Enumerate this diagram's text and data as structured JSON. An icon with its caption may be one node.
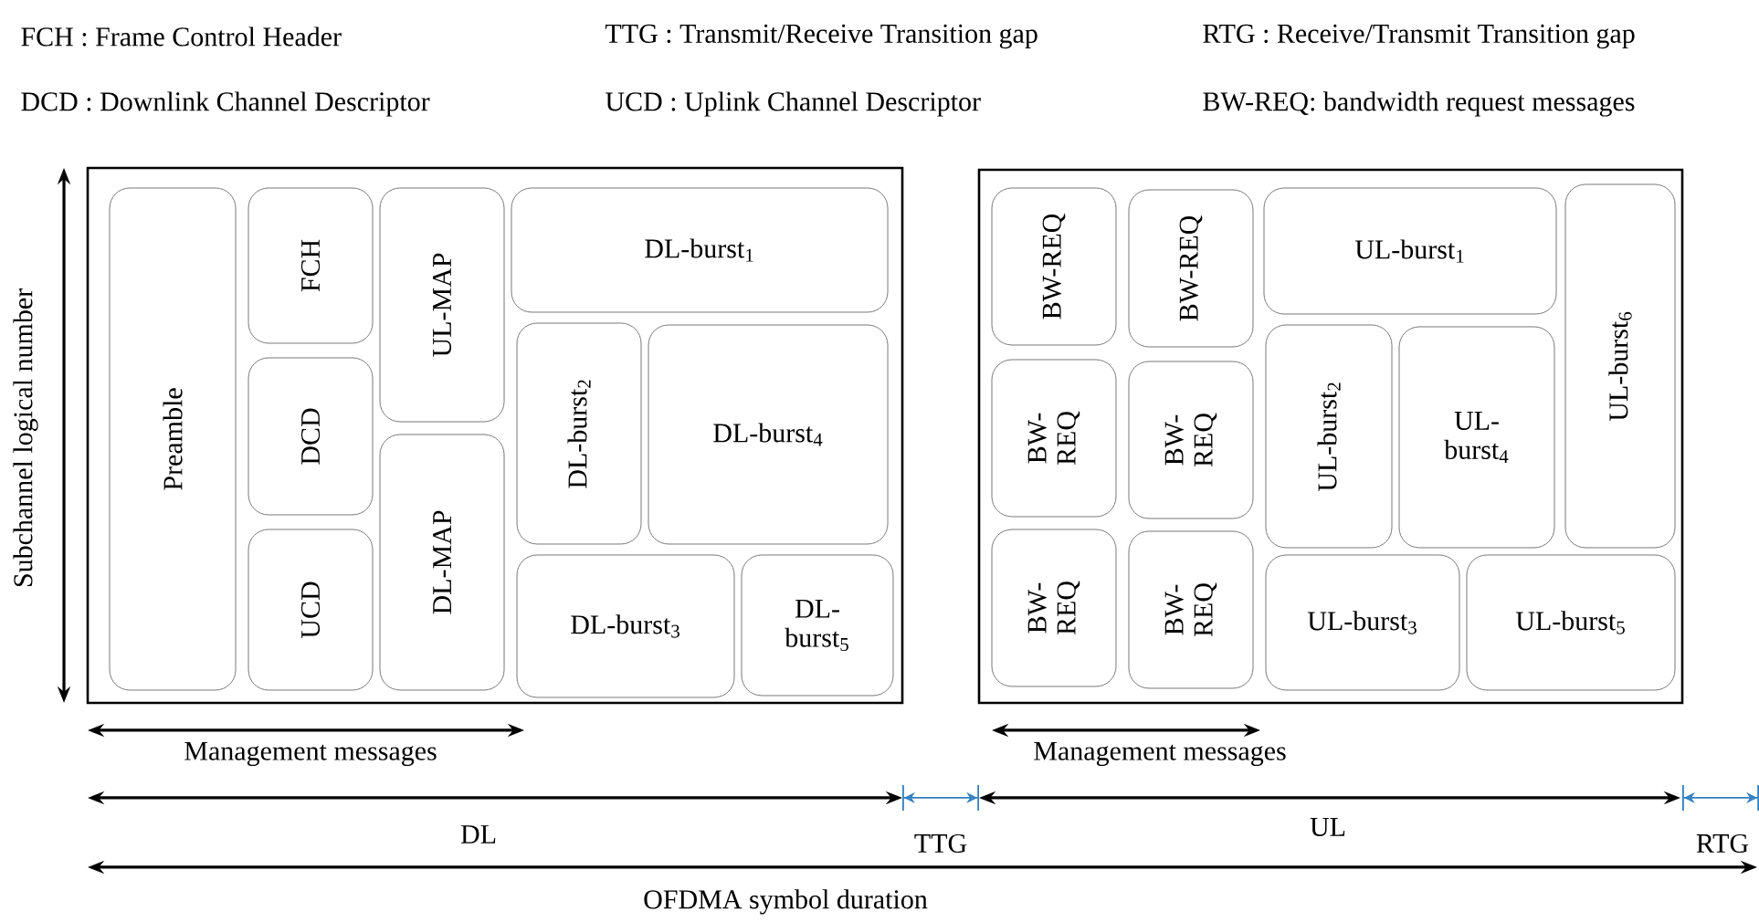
{
  "diagram": {
    "nodes": [
      {
        "text": [],
        "shape": "box"
      },
      {
        "text": [
          "Preamble"
        ],
        "in": 0
      },
      {
        "text": [
          "FCH"
        ],
        "in": 0
      },
      {
        "text": [
          "DCD"
        ],
        "in": 0
      },
      {
        "text": [
          "UCD"
        ],
        "in": 0
      },
      {
        "text": [
          "UL-MAP"
        ],
        "in": 0
      },
      {
        "text": [
          "DL-MAP"
        ],
        "in": 0
      },
      {
        "text": [
          "DL-burst$_{1}$"
        ],
        "in": 0
      },
      {
        "text": [
          "DL-burst$_{2}$"
        ],
        "in": 0
      },
      {
        "text": [
          "DL-burst$_{4}$"
        ],
        "in": 0
      },
      {
        "text": [
          "DL-burst$_{3}$"
        ],
        "in": 0
      },
      {
        "text": [
          "DL- burst$_{5}$"
        ],
        "in": 0
      },
      {
        "text": [],
        "shape": "box"
      },
      {
        "text": [
          "BW-REQ"
        ],
        "in": 12
      },
      {
        "text": [
          "BW-REQ"
        ],
        "in": 12
      },
      {
        "text": [
          "UL-burst$_{1}$"
        ],
        "in": 12
      },
      {
        "text": [
          "UL-burst$_{6}$"
        ],
        "in": 12
      },
      {
        "text": [
          "BW- REQ"
        ],
        "in": 12
      },
      {
        "text": [
          "BW- REQ"
        ],
        "in": 12
      },
      {
        "text": [
          "UL-burst$_{2}$"
        ],
        "in": 12
      },
      {
        "text": [
          "UL- burst$_{4}$"
        ],
        "in": 12
      },
      {
        "text": [
          "BW- REQ"
        ],
        "in": 12
      },
      {
        "text": [
          "BW- REQ"
        ],
        "in": 12
      },
      {
        "text": [
          "UL-burst$_{3}$"
        ],
        "in": 12
      },
      {
        "text": [
          "UL-burst$_{5}$"
        ],
        "in": 12
      }
    ],
    "labels": [
      "FCH : Frame Control Header",
      "TTG : Transmit/Receive Transition gap",
      "RTG : Receive/Transmit Transition gap",
      "DCD : Downlink Channel Descriptor",
      "UCD : Uplink Channel Descriptor",
      "BW-REQ: bandwidth request messages",
      "Subchannel logical number",
      "Management messages",
      "Management messages",
      "DL",
      "TTG",
      "UL",
      "RTG",
      "OFDMA symbol duration"
    ]
  }
}
